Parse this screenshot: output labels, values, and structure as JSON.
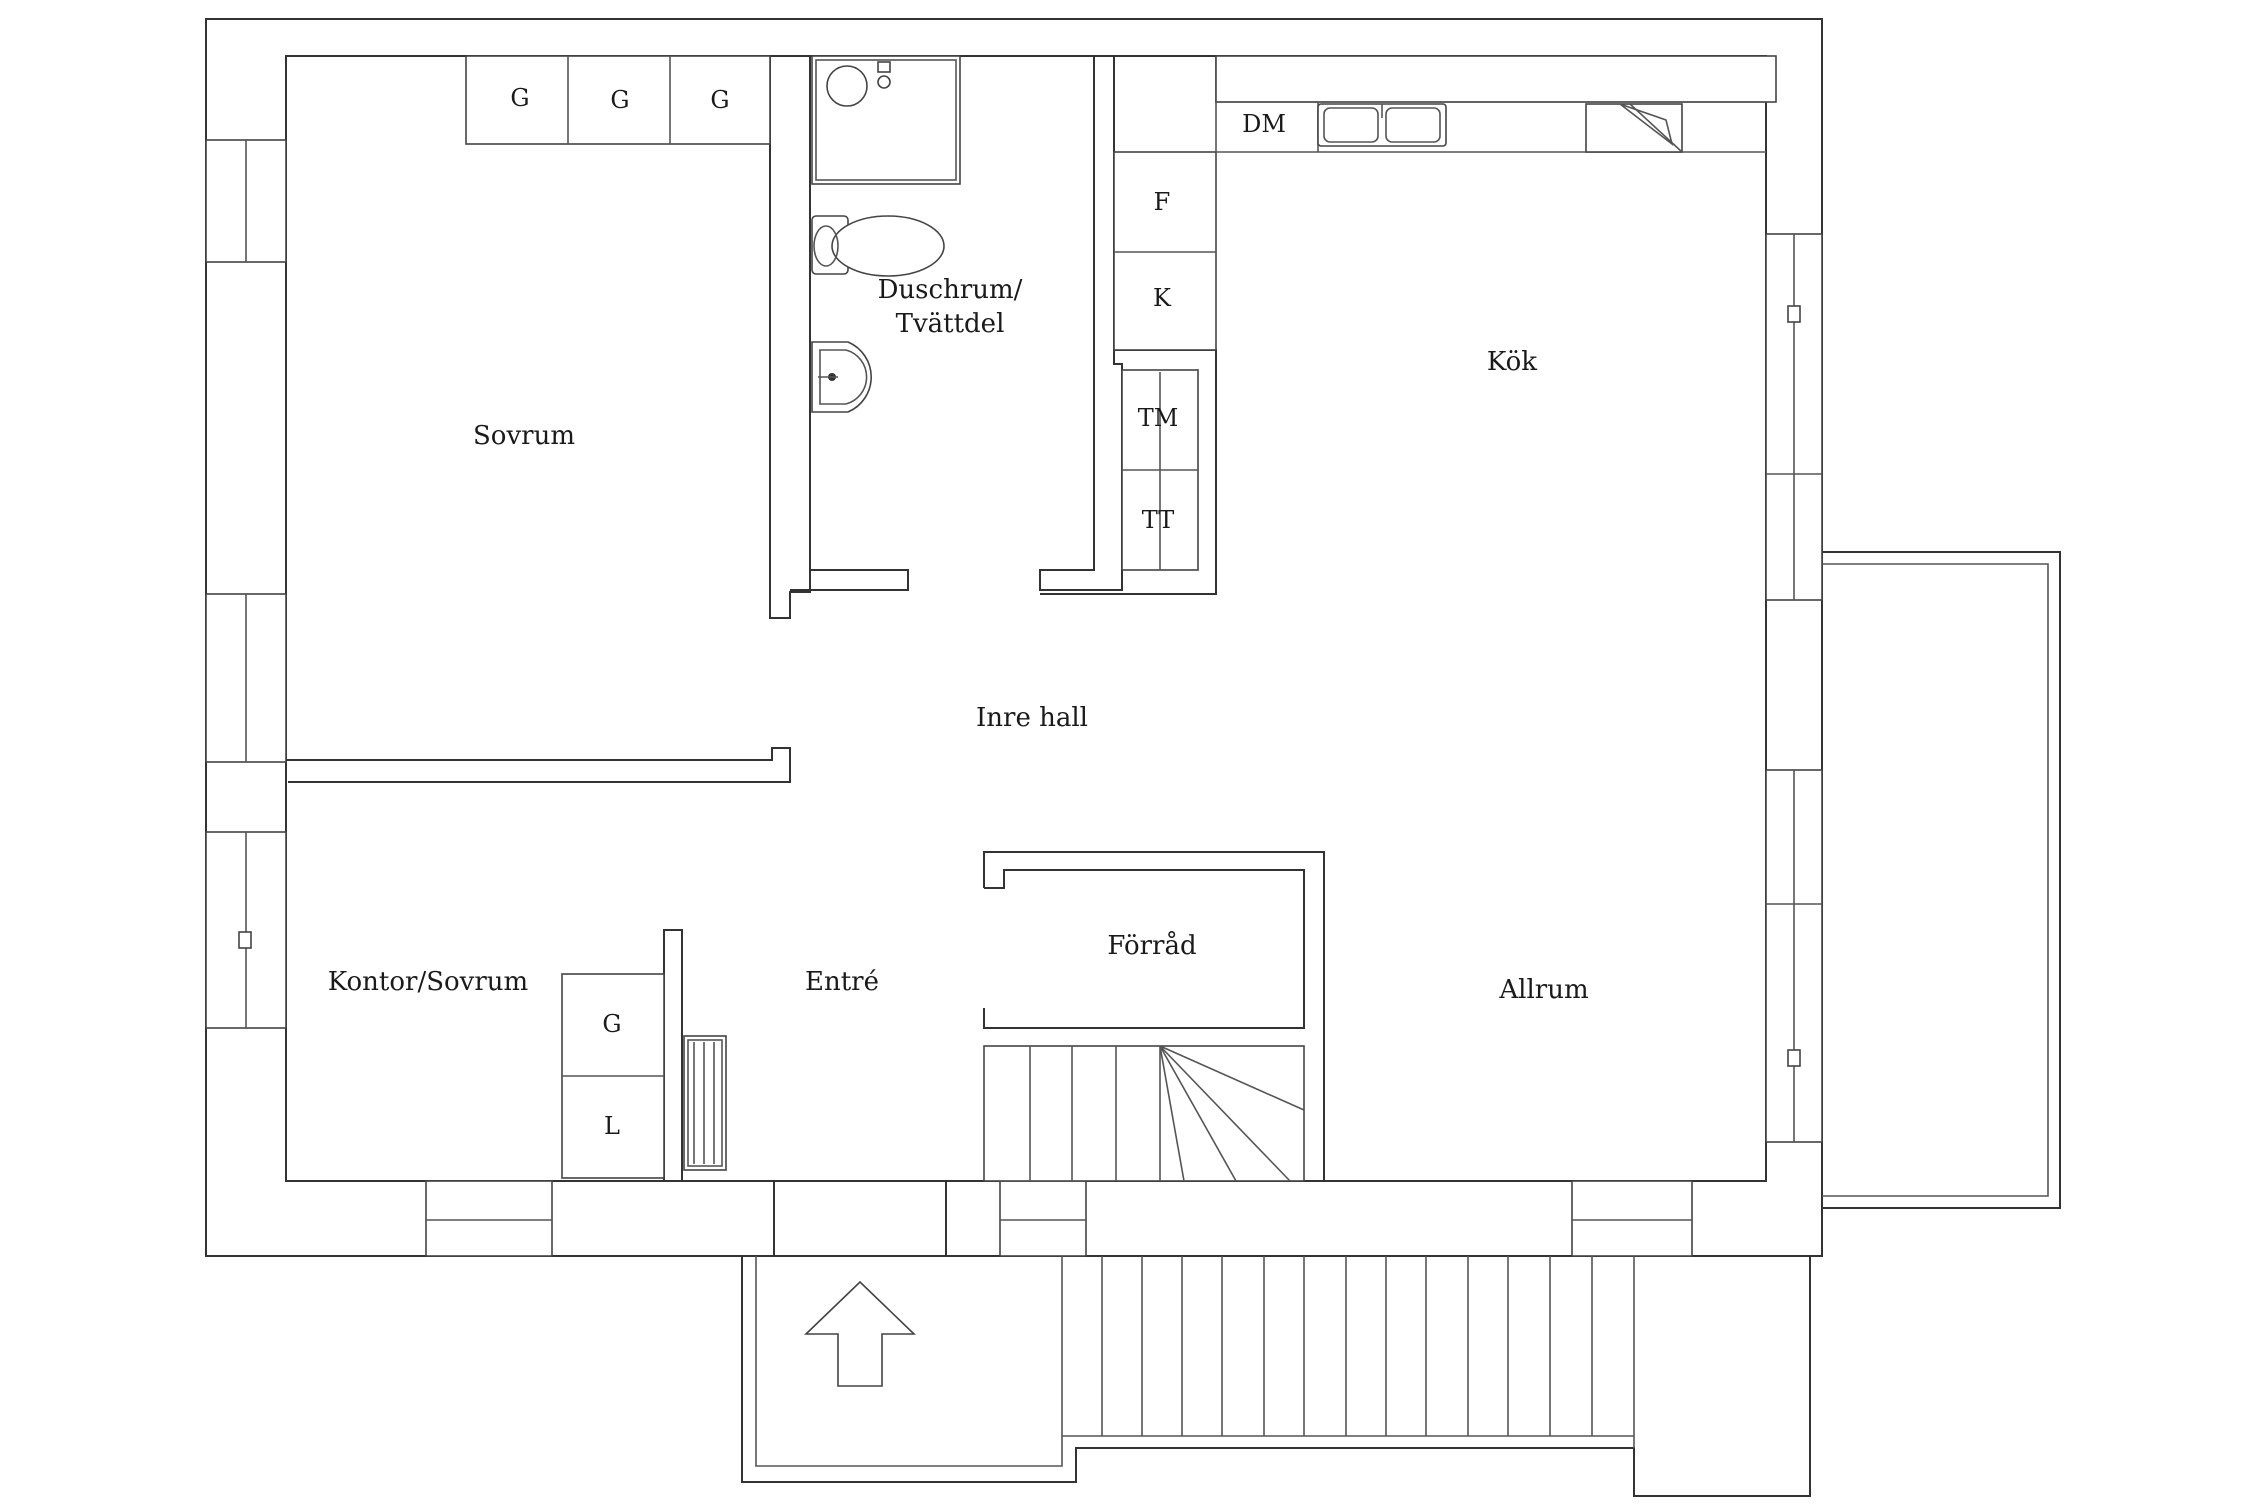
{
  "rooms": {
    "sovrum": "Sovrum",
    "duschrum_line1": "Duschrum/",
    "duschrum_line2": "Tvättdel",
    "kok": "Kök",
    "inre_hall": "Inre hall",
    "kontor": "Kontor/Sovrum",
    "entre": "Entré",
    "forrad": "Förråd",
    "allrum": "Allrum"
  },
  "fixtures": {
    "wardrobe": "G",
    "linen": "L",
    "dishwasher": "DM",
    "fridge": "F",
    "freezer": "K",
    "washing_machine": "TM",
    "dryer": "TT"
  },
  "colors": {
    "line": "#333333",
    "background": "#ffffff"
  }
}
